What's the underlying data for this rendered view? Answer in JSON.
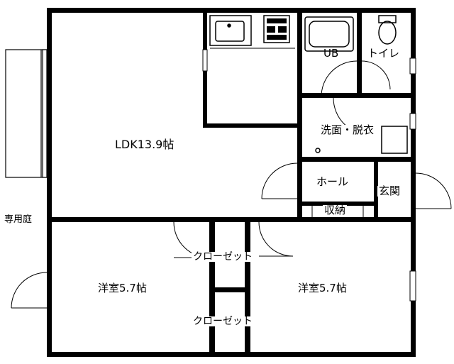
{
  "rooms": {
    "ldk": "LDK13.9帖",
    "unit_bath": "UB",
    "toilet": "トイレ",
    "washroom": "洗面・脱衣",
    "hall": "ホール",
    "entrance": "玄関",
    "storage": "収納",
    "closet_upper": "クローゼット",
    "closet_lower": "クローゼット",
    "western_room_left": "洋室5.7帖",
    "western_room_right": "洋室5.7帖",
    "private_garden": "専用庭"
  }
}
